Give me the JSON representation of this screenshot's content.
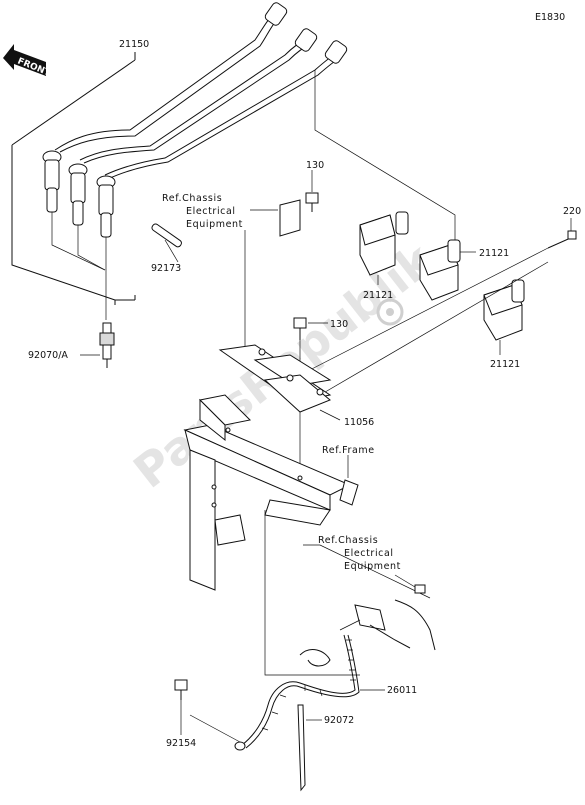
{
  "diagram": {
    "diagram_id": "E1830",
    "front_arrow_text": "FRONT",
    "watermark": "PartsRepublik",
    "parts": {
      "p21150": "21150",
      "p92173": "92173",
      "p92070a": "92070/A",
      "p130_top": "130",
      "p130_mid": "130",
      "p220": "220",
      "p21121_left": "21121",
      "p21121_mid": "21121",
      "p21121_right": "21121",
      "p11056": "11056",
      "p26011": "26011",
      "p92072": "92072",
      "p92154": "92154"
    },
    "refs": {
      "chassis_top": [
        "Ref.Chassis",
        "Electrical",
        "Equipment"
      ],
      "frame": "Ref.Frame",
      "chassis_bottom": [
        "Ref.Chassis",
        "Electrical",
        "Equipment"
      ]
    }
  }
}
